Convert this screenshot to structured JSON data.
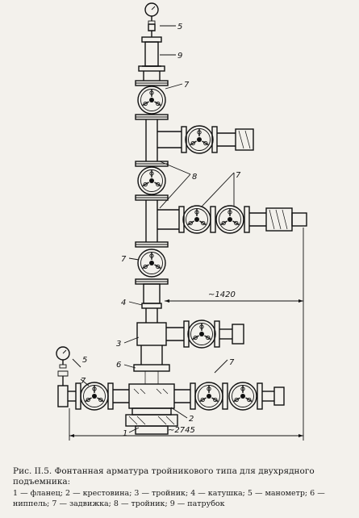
{
  "figure": {
    "caption_title": "Рис. II.5. Фонтанная арматура тройникового типа для двухрядного подъемника:",
    "caption_legend": "1 — фланец; 2 — крестовина; 3 — тройник; 4 — катушка; 5 — манометр; 6 — ниппель; 7 — задвижка; 8 — тройник; 9 — патрубок"
  },
  "callouts": {
    "c5_top": "5",
    "c9": "9",
    "c7_a": "7",
    "c8": "8",
    "c7_b": "7",
    "c7_c": "7",
    "c4": "4",
    "c3": "3",
    "c5_left": "5",
    "c6": "6",
    "c7_d": "7",
    "c2": "2",
    "c1": "1"
  },
  "dimensions": {
    "d1420": "~1420",
    "d2745": "~2745"
  }
}
